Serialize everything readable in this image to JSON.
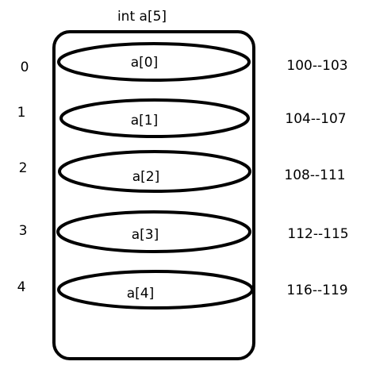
{
  "title": "int a[5]",
  "elements": [
    {
      "index": "0",
      "label": "a[0]",
      "address": "100--103"
    },
    {
      "index": "1",
      "label": "a[1]",
      "address": "104--107"
    },
    {
      "index": "2",
      "label": "a[2]",
      "address": "108--111"
    },
    {
      "index": "3",
      "label": "a[3]",
      "address": "112--115"
    },
    {
      "index": "4",
      "label": "a[4]",
      "address": "116--119"
    }
  ],
  "colors": {
    "stroke": "#000000",
    "background": "#ffffff"
  }
}
